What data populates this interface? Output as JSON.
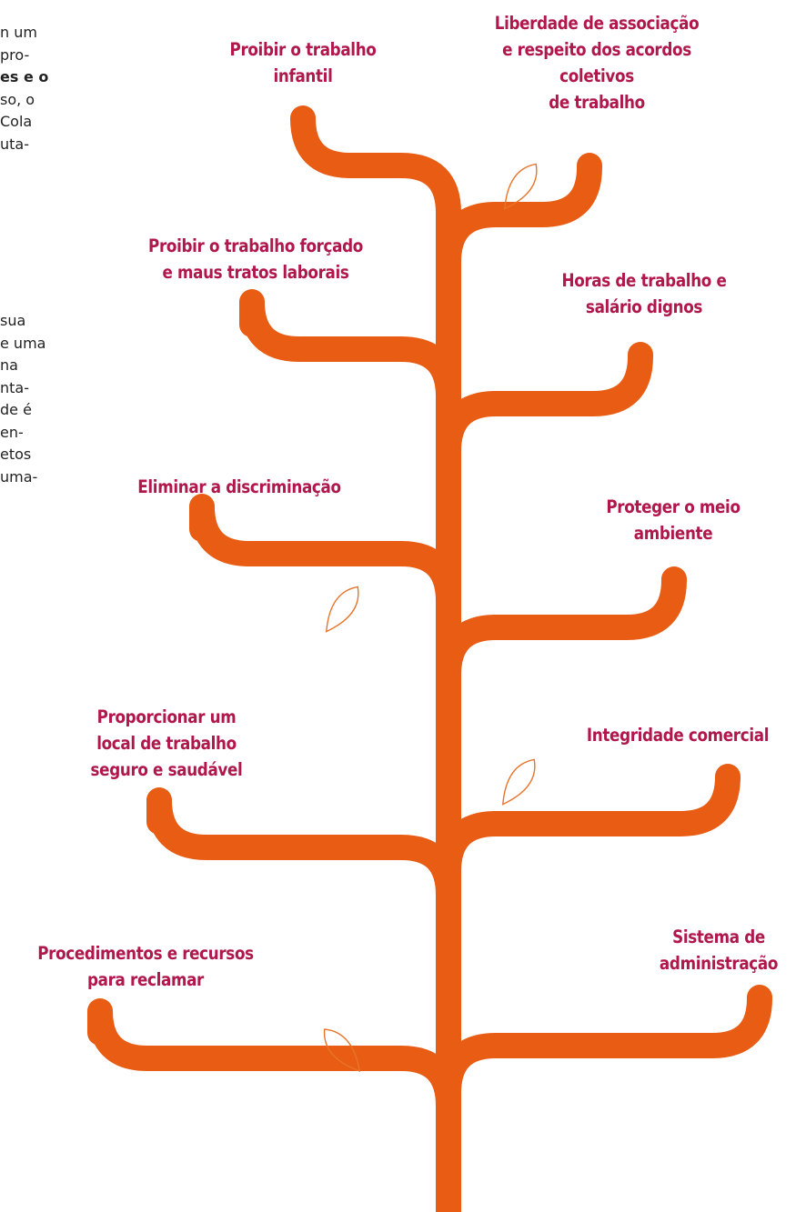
{
  "intro_text": {
    "paragraph_1": [
      "n um",
      "pro-",
      "es e o",
      "so, o",
      "Cola",
      "uta-"
    ],
    "paragraph_2": [
      "sua",
      "e uma",
      "na",
      "nta-",
      "de é",
      "en-",
      "etos",
      "uma-"
    ]
  },
  "tree": {
    "colors": {
      "trunk": "#e85c14",
      "label": "#b0174a",
      "leaf_outline": "#e8742a"
    },
    "branches": [
      {
        "side": "left",
        "lines": [
          "Proibir o trabalho",
          "infantil"
        ]
      },
      {
        "side": "right",
        "lines": [
          "Liberdade de associação",
          "e respeito dos acordos",
          "coletivos",
          "de trabalho"
        ]
      },
      {
        "side": "left",
        "lines": [
          "Proibir o trabalho forçado",
          "e maus tratos laborais"
        ]
      },
      {
        "side": "right",
        "lines": [
          "Horas de trabalho e",
          "salário dignos"
        ]
      },
      {
        "side": "left",
        "lines": [
          "Eliminar a discriminação"
        ]
      },
      {
        "side": "right",
        "lines": [
          "Proteger o meio",
          "ambiente"
        ]
      },
      {
        "side": "left",
        "lines": [
          "Proporcionar um",
          "local de trabalho",
          "seguro e saudável"
        ]
      },
      {
        "side": "right",
        "lines": [
          "Integridade comercial"
        ]
      },
      {
        "side": "left",
        "lines": [
          "Procedimentos e recursos",
          "para reclamar"
        ]
      },
      {
        "side": "right",
        "lines": [
          "Sistema de",
          "administração"
        ]
      }
    ]
  }
}
